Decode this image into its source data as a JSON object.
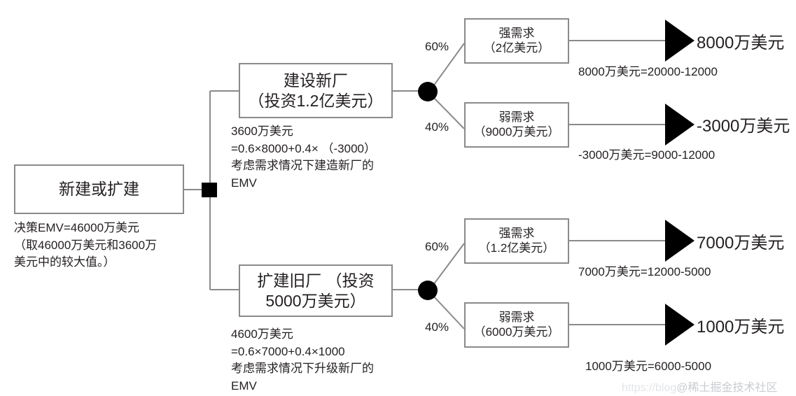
{
  "diagram": {
    "type": "decision-tree",
    "root": {
      "label": "新建或扩建",
      "annotation": "决策EMV=46000万美元\n  （取46000万美元和3600万\n美元中的较大值。）"
    },
    "decision_node": "decision-square",
    "branches": [
      {
        "id": "build-new",
        "label": "建设新厂\n（投资1.2亿美元）",
        "annotation": "3600万美元\n=0.6×8000+0.4× （-3000）\n考虑需求情况下建造新厂的\nEMV",
        "chance_node": "chance-circle",
        "outcomes": [
          {
            "probability": "60%",
            "label": "强需求\n（2亿美元）",
            "payoff": "8000万美元",
            "calculation": "8000万美元=20000-12000"
          },
          {
            "probability": "40%",
            "label": "弱需求\n（9000万美元）",
            "payoff": "-3000万美元",
            "calculation": "-3000万美元=9000-12000"
          }
        ]
      },
      {
        "id": "expand-old",
        "label": "扩建旧厂 （投资\n5000万美元）",
        "annotation": "4600万美元\n=0.6×7000+0.4×1000\n考虑需求情况下升级新厂的\nEMV",
        "chance_node": "chance-circle",
        "outcomes": [
          {
            "probability": "60%",
            "label": "强需求\n（1.2亿美元）",
            "payoff": "7000万美元",
            "calculation": "7000万美元=12000-5000"
          },
          {
            "probability": "40%",
            "label": "弱需求\n（6000万美元）",
            "payoff": "1000万美元",
            "calculation": "1000万美元=6000-5000"
          }
        ]
      }
    ],
    "colors": {
      "line": "#8a8a8a",
      "node_fill": "#000000",
      "text": "#231f20",
      "background": "#ffffff"
    }
  },
  "watermark": {
    "url": "https://blog",
    "name": "@稀土掘金技术社区"
  }
}
